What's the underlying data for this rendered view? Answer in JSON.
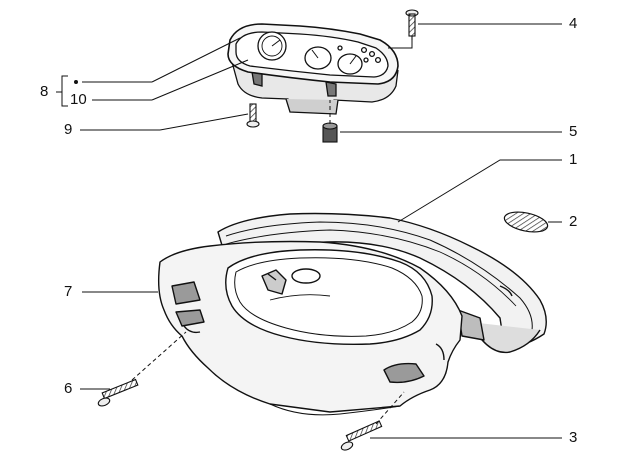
{
  "callouts": {
    "c1": "1",
    "c2": "2",
    "c3": "3",
    "c4": "4",
    "c5": "5",
    "c6": "6",
    "c7": "7",
    "c8": "8",
    "c9": "9",
    "c10": "10"
  },
  "colors": {
    "ink": "#111111",
    "shade": "#bdbdbd",
    "dark_fill": "#555555"
  }
}
